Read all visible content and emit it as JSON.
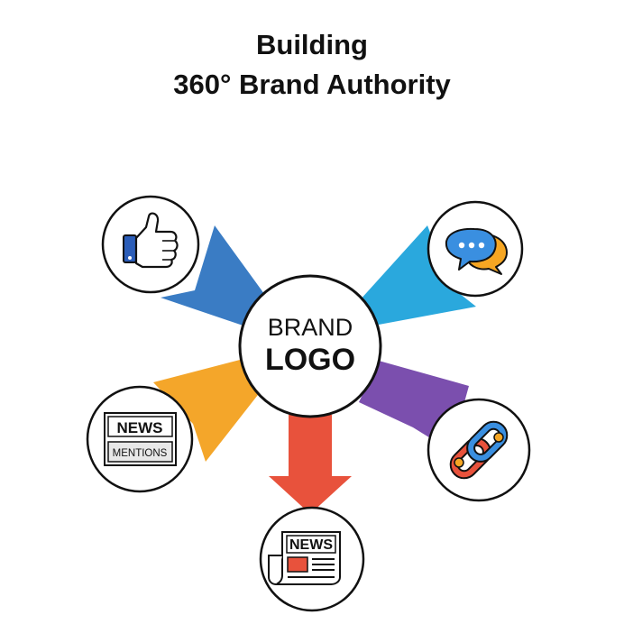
{
  "title": {
    "line1": "Building",
    "line2": "360° Brand Authority"
  },
  "center": {
    "line1": "BRAND",
    "line2": "LOGO"
  },
  "nodes": {
    "social_likes": {
      "icon": "thumbs-up-icon",
      "color": "#3a7cc4"
    },
    "conversations": {
      "icon": "chat-bubbles-icon",
      "color": "#2aa8dd"
    },
    "news_mentions": {
      "icon": "newspaper-mentions-icon",
      "color": "#f4a62a",
      "label_top": "NEWS",
      "label_bottom": "MENTIONS"
    },
    "press_coverage": {
      "icon": "newspaper-icon",
      "color": "#e8523c",
      "label": "NEWS"
    },
    "backlinks": {
      "icon": "chain-link-icon",
      "color": "#7b4fae"
    }
  }
}
